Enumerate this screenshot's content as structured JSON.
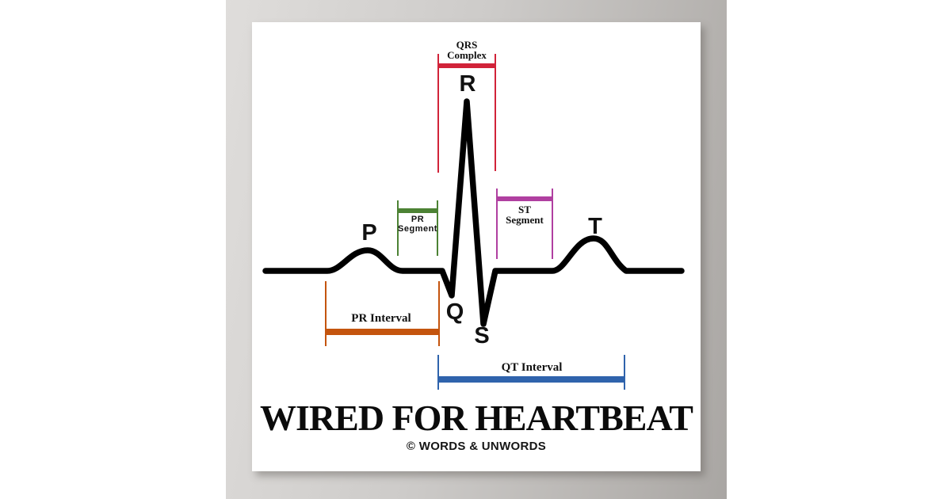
{
  "poster": {
    "title": "WIRED FOR HEARTBEAT",
    "copyright": "© WORDS & UNWORDS",
    "wave_labels": {
      "p": "P",
      "q": "Q",
      "r": "R",
      "s": "S",
      "t": "T"
    },
    "annotations": {
      "qrs_complex": {
        "line1": "QRS",
        "line2": "Complex"
      },
      "pr_segment": {
        "line1": "PR",
        "line2": "Segment"
      },
      "st_segment": {
        "line1": "ST",
        "line2": "Segment"
      },
      "pr_interval": {
        "label": "PR Interval"
      },
      "qt_interval": {
        "label": "QT Interval"
      }
    }
  },
  "colors": {
    "qrs": "#D12339",
    "pr-seg": "#4C8234",
    "st-seg": "#B03FA0",
    "pr-int": "#C4540E",
    "qt-int": "#2F63AC",
    "trace": "#000000"
  }
}
